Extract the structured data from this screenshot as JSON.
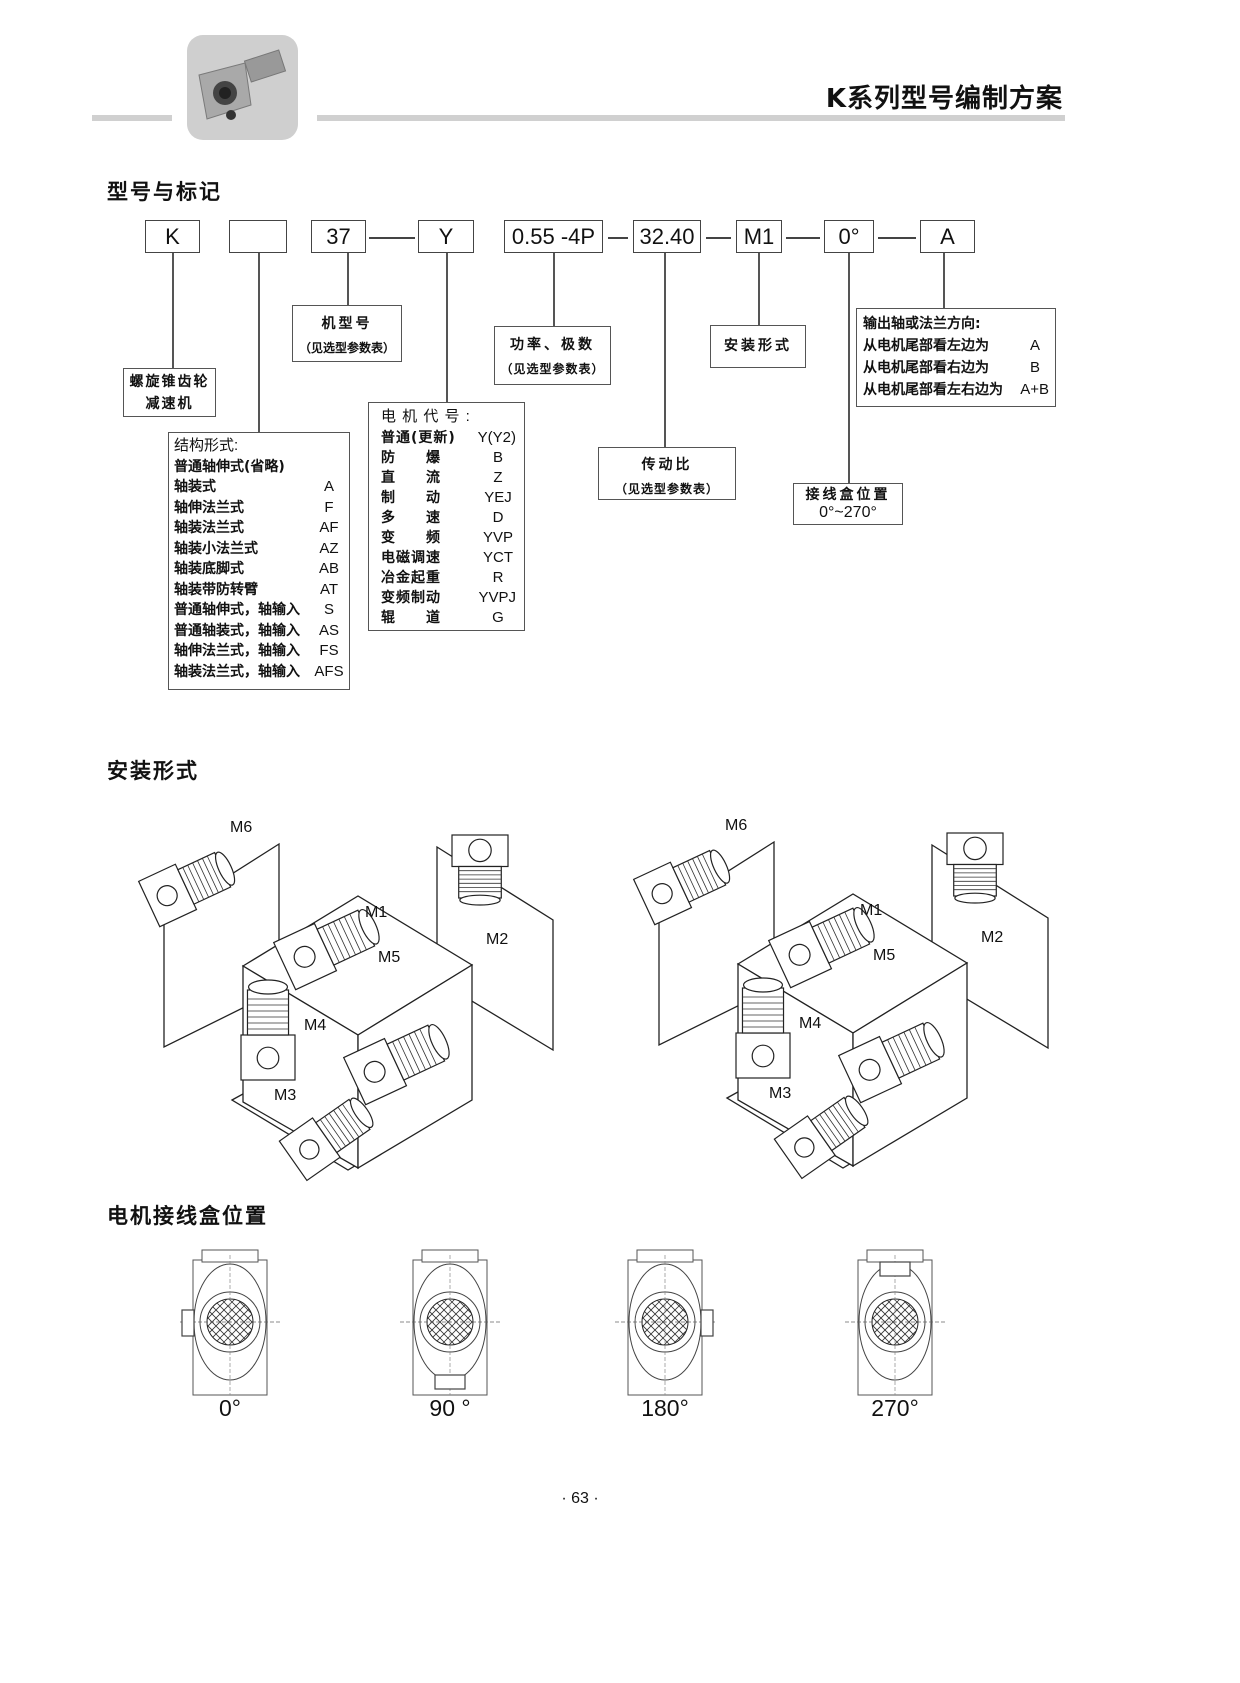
{
  "header": {
    "title": "K系列型号编制方案",
    "photo_icon": "gear-reducer-photo"
  },
  "sections": {
    "model": "型号与标记",
    "mounting": "安装形式",
    "terminal": "电机接线盒位置"
  },
  "code": {
    "k": "K",
    "structure": "",
    "size": "37",
    "motor": "Y",
    "power": "0.55 -4P",
    "ratio": "32.40",
    "mounting": "M1",
    "terminal": "0°",
    "output": "A"
  },
  "desc": {
    "k": [
      "螺旋锥齿轮",
      "减速机"
    ],
    "size": {
      "title": "机型号",
      "note": "（见选型参数表）"
    },
    "power": {
      "title": "功率、极数",
      "note": "（见选型参数表）"
    },
    "ratio": {
      "title": "传动比",
      "note": "（见选型参数表）"
    },
    "mounting": "安装形式",
    "terminal": {
      "title": "接线盒位置",
      "range": "0°~270°"
    },
    "output": {
      "title": "输出轴或法兰方向:",
      "items": [
        {
          "label": "从电机尾部看左边为",
          "code": "A"
        },
        {
          "label": "从电机尾部看右边为",
          "code": "B"
        },
        {
          "label": "从电机尾部看左右边为",
          "code": "A+B"
        }
      ]
    },
    "structure": {
      "title": "结构形式:",
      "items": [
        {
          "label": "普通轴伸式(省略)",
          "code": ""
        },
        {
          "label": "轴装式",
          "code": "A"
        },
        {
          "label": "轴伸法兰式",
          "code": "F"
        },
        {
          "label": "轴装法兰式",
          "code": "AF"
        },
        {
          "label": "轴装小法兰式",
          "code": "AZ"
        },
        {
          "label": "轴装底脚式",
          "code": "AB"
        },
        {
          "label": "轴装带防转臂",
          "code": "AT"
        },
        {
          "label": "普通轴伸式，轴输入",
          "code": "S"
        },
        {
          "label": "普通轴装式，轴输入",
          "code": "AS"
        },
        {
          "label": "轴伸法兰式，轴输入",
          "code": "FS"
        },
        {
          "label": "轴装法兰式，轴输入",
          "code": "AFS"
        }
      ]
    },
    "motor": {
      "title": "电 机 代 号 :",
      "items": [
        {
          "label": "普通(更新)",
          "code": "Y(Y2)"
        },
        {
          "label": "防　　爆",
          "code": "B"
        },
        {
          "label": "直　　流",
          "code": "Z"
        },
        {
          "label": "制　　动",
          "code": "YEJ"
        },
        {
          "label": "多　　速",
          "code": "D"
        },
        {
          "label": "变　　频",
          "code": "YVP"
        },
        {
          "label": "电磁调速",
          "code": "YCT"
        },
        {
          "label": "冶金起重",
          "code": "R"
        },
        {
          "label": "变频制动",
          "code": "YVPJ"
        },
        {
          "label": "辊　　道",
          "code": "G"
        }
      ]
    }
  },
  "mounting_positions": [
    "M1",
    "M2",
    "M3",
    "M4",
    "M5",
    "M6"
  ],
  "terminal_positions": [
    "0°",
    "90 °",
    "180°",
    "270°"
  ],
  "page_number": "· 63 ·"
}
